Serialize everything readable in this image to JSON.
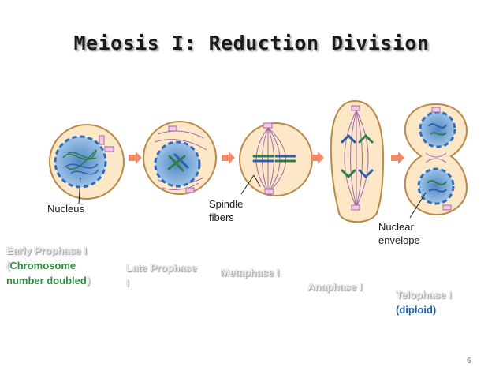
{
  "title": "Meiosis I: Reduction Division",
  "labels": {
    "nucleus": "Nucleus",
    "spindle_line1": "Spindle",
    "spindle_line2": "fibers",
    "nuclear_line1": "Nuclear",
    "nuclear_line2": "envelope"
  },
  "stages": {
    "early_prophase": {
      "line1": "Early Prophase I",
      "line2_open": "(",
      "line2_text": "Chromosome",
      "line3_text": "number doubled",
      "line3_close": ")"
    },
    "late_prophase": {
      "line1": "Late Prophase",
      "line2": "I"
    },
    "metaphase": {
      "line1": "Metaphase I"
    },
    "anaphase": {
      "line1": "Anaphase I"
    },
    "telophase": {
      "line1": "Telophase I",
      "line2": "(diploid)"
    }
  },
  "page_number": "6",
  "colors": {
    "cell_fill": "#fce7c6",
    "cell_border": "#b9894a",
    "nucleus_fill": "#8fb8de",
    "nuclear_envelope": "#2f6db8",
    "chromosome_green": "#2e7d4a",
    "chromosome_blue": "#2f5faa",
    "spindle": "#a36ab0",
    "centrosome": "#d68fb8",
    "arrow": "#f28a6a",
    "stage_text_accent": "#2f8f3f"
  }
}
